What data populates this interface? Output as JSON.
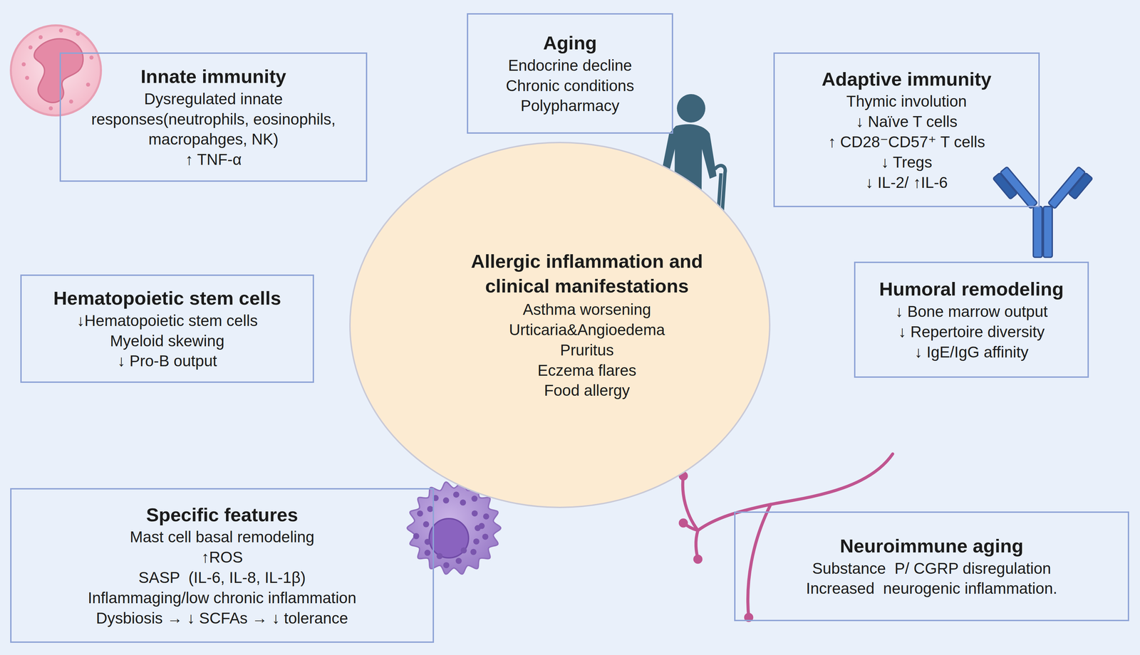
{
  "diagram": {
    "nodes": [
      {
        "text": [
          "Innate immunity",
          "Dysregulated innate responses(neutrophils, eosinophils, macropahges, NK)",
          "↑ TNF-α"
        ]
      },
      {
        "text": [
          "Aging",
          "Endocrine decline",
          "Chronic conditions",
          "Polypharmacy"
        ]
      },
      {
        "text": [
          "Adaptive immunity",
          "Thymic involution",
          "↓ Naïve T cells",
          "↑ CD28⁻CD57⁺ T cells",
          "↓ Tregs",
          "↓ IL-2/ ↑IL-6"
        ]
      },
      {
        "text": [
          "Hematopoietic stem cells",
          "↓Hematopoietic stem cells",
          "Myeloid skewing",
          "↓ Pro-B output"
        ]
      },
      {
        "text": [
          "Allergic inflammation and clinical manifestations",
          "Asthma worsening",
          "Urticaria&Angioedema",
          "Pruritus",
          "Eczema flares",
          "Food allergy"
        ]
      },
      {
        "text": [
          "Humoral remodeling",
          "↓ Bone marrow output",
          "↓ Repertoire diversity",
          "↓ IgE/IgG affinity"
        ]
      },
      {
        "text": [
          "Specific features",
          "Mast cell basal remodeling",
          "↑ROS",
          "SASP  (IL-6, IL-8, IL-1β)",
          "Inflammaging/low chronic inflammation",
          "Dysbiosis → ↓ SCFAs → ↓ tolerance"
        ]
      },
      {
        "text": [
          "Neuroimmune aging",
          "Substance  P/ CGRP disregulation",
          "Increased  neurogenic inflammation."
        ]
      }
    ],
    "edges": []
  }
}
